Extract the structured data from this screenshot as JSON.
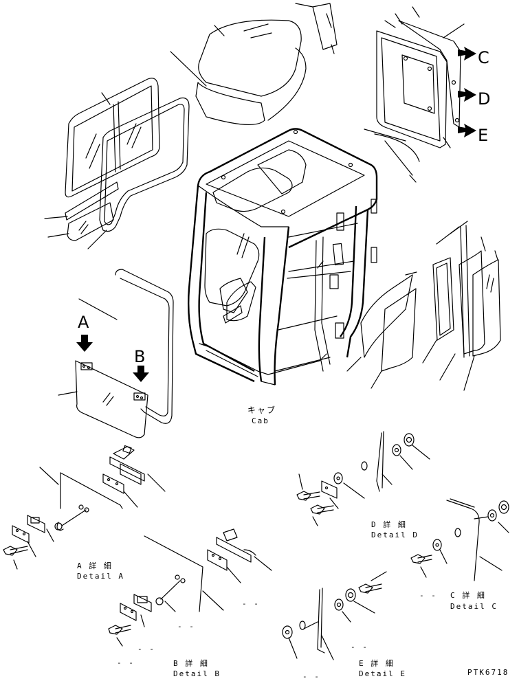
{
  "callouts": {
    "A": "A",
    "B": "B",
    "C": "C",
    "D": "D",
    "E": "E"
  },
  "labels": {
    "cab_jp": "キャブ",
    "cab_en": "Cab",
    "detail_a_jp": "A 詳 細",
    "detail_a_en": "Detail A",
    "detail_b_jp": "B 詳 細",
    "detail_b_en": "Detail B",
    "detail_c_jp": "C 詳 細",
    "detail_c_en": "Detail C",
    "detail_d_jp": "D 詳 細",
    "detail_d_en": "Detail D",
    "detail_e_jp": "E 詳 細",
    "detail_e_en": "Detail E",
    "drawing_no": "PTK6718",
    "dash": "- -"
  }
}
